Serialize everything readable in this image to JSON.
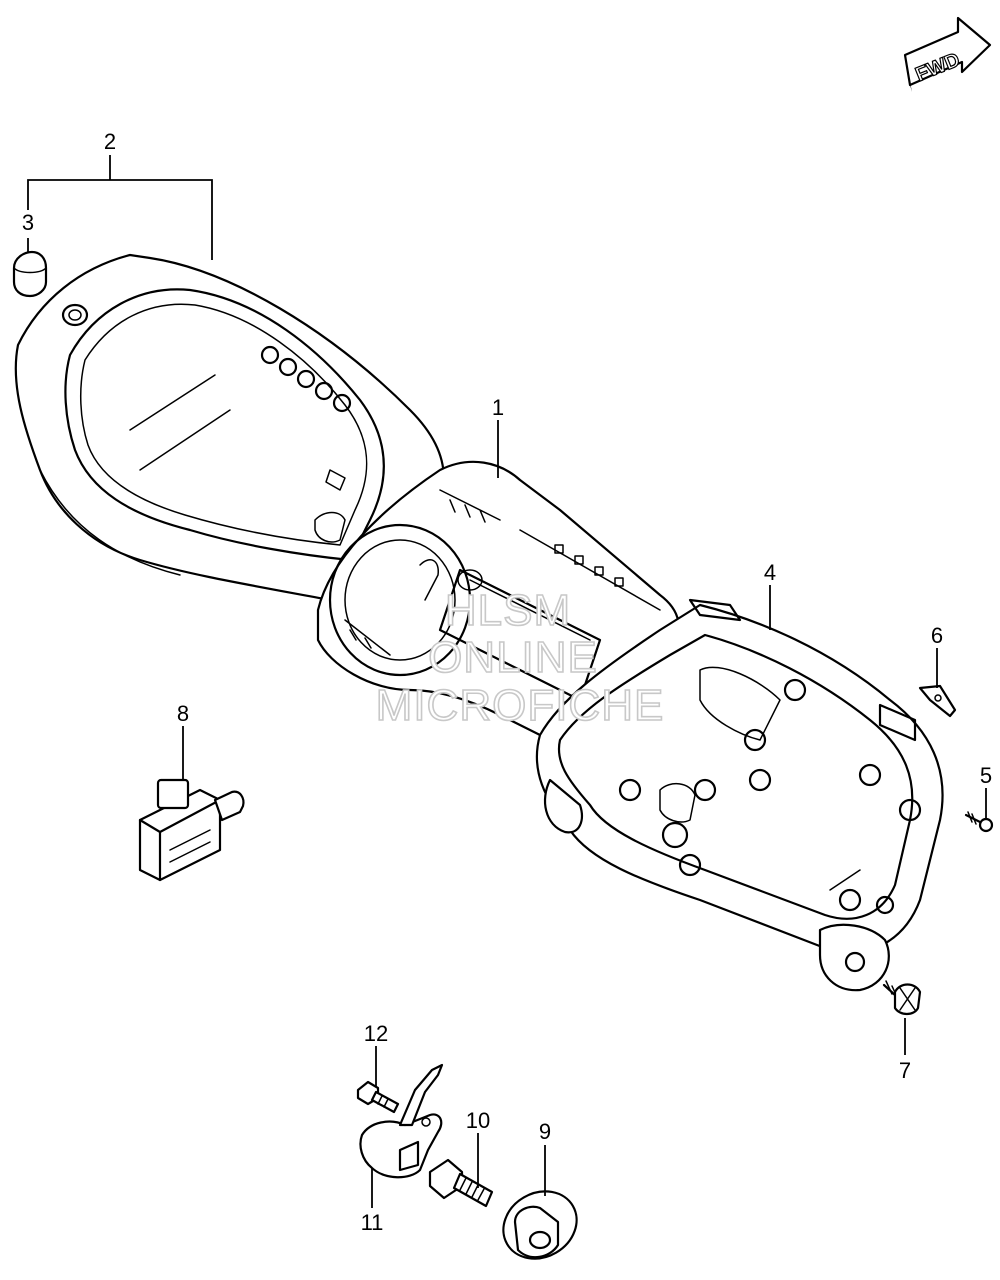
{
  "fwd_badge": {
    "label": "FWD"
  },
  "watermark": {
    "line1": "HLSM",
    "line2": "ONLINE",
    "line3": "MICROFICHE"
  },
  "callouts": {
    "c1": "1",
    "c2": "2",
    "c3": "3",
    "c4": "4",
    "c5": "5",
    "c6": "6",
    "c7": "7",
    "c8": "8",
    "c9": "9",
    "c10": "10",
    "c11": "11",
    "c12": "12"
  }
}
